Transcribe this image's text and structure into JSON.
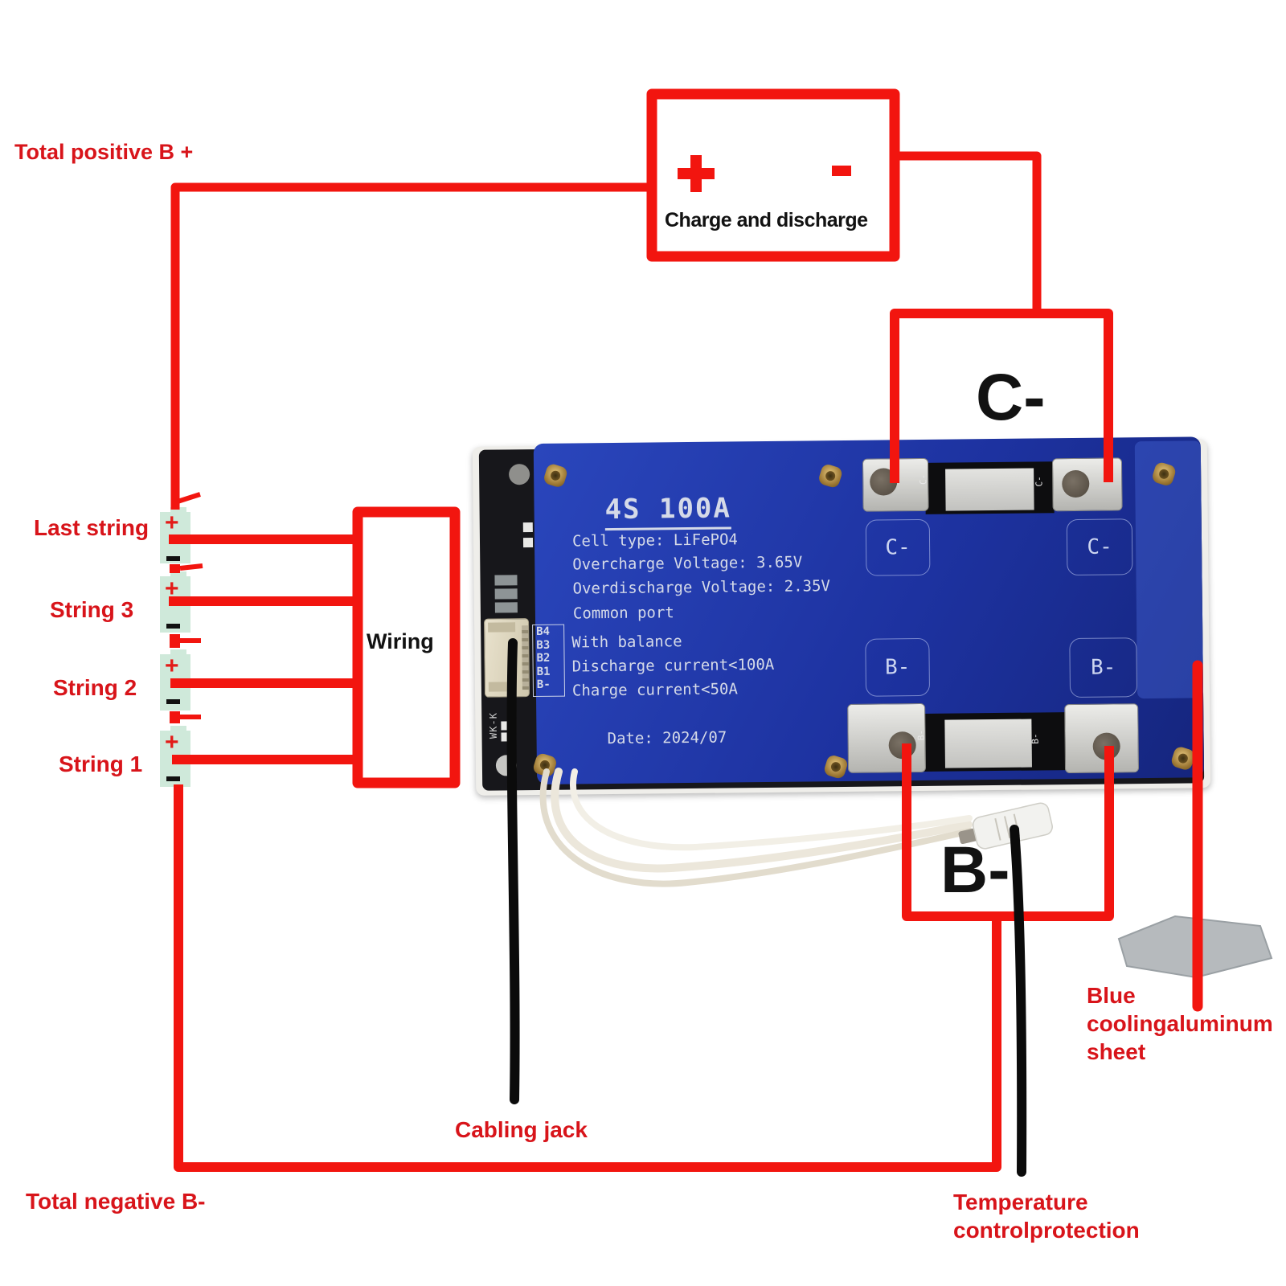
{
  "colors": {
    "wire_red": "#f2150f",
    "label_red": "#d8141a",
    "board_blue": "#1e33a2",
    "mint_green": "#cfe9da"
  },
  "labels": {
    "total_positive": "Total positive B +",
    "total_negative": "Total negative B-",
    "wiring": "Wiring",
    "charge_and_discharge": "Charge and discharge",
    "c_minus_big": "C-",
    "b_minus_big": "B-",
    "cabling_jack": "Cabling jack",
    "blue_sheet_lines": [
      "Blue",
      "coolingaluminum",
      "sheet"
    ],
    "temperature_lines": [
      "Temperature",
      "controlprotection"
    ],
    "plus": "+",
    "minus": "-"
  },
  "strings": [
    {
      "label": "Last string"
    },
    {
      "label": "String 3"
    },
    {
      "label": "String 2"
    },
    {
      "label": "String 1"
    }
  ],
  "board": {
    "title": "4S 100A",
    "specs": [
      "Cell type: LiFePO4",
      "Overcharge Voltage: 3.65V",
      "Overdischarge Voltage: 2.35V",
      "Common port",
      "With balance",
      "Discharge current<100A",
      "Charge current<50A"
    ],
    "date": "Date: 2024/07",
    "balance_pins": [
      "B4",
      "B3",
      "B2",
      "B1",
      "B-"
    ],
    "pad_c": "C-",
    "pad_b": "B-",
    "pcb_label": "WK-K"
  }
}
